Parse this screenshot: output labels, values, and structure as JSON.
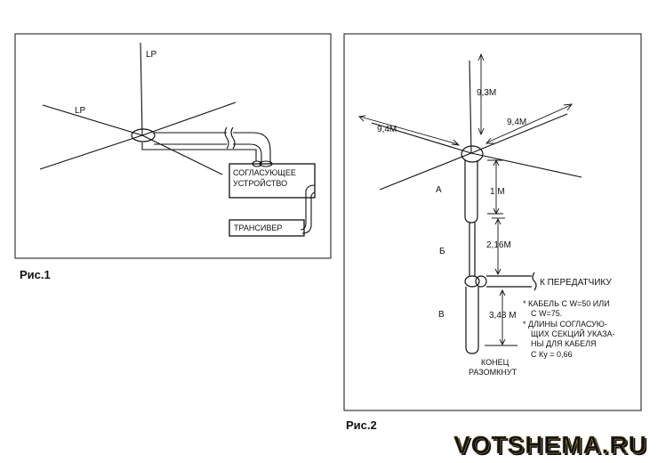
{
  "fig1": {
    "label_lp_top": "LP",
    "label_lp_left": "LP",
    "matching_device": [
      "СОГЛАСУЮЩЕЕ",
      "УСТРОЙСТВО"
    ],
    "transceiver": "ТРАНСИВЕР",
    "caption": "Рис.1"
  },
  "fig2": {
    "dim_vertical": "9,3М",
    "dim_left": "9,4М",
    "dim_right": "9,4М",
    "dim_section_a": "1 М",
    "dim_section_b": "2,16М",
    "dim_section_c": "3,48 М",
    "section_a": "А",
    "section_b": "Б",
    "section_c": "В",
    "to_transmitter": "К ПЕРЕДАТЧИКУ",
    "notes": [
      "* КАБЕЛЬ С W=50 ИЛИ",
      "С W=75.",
      "* ДЛИНЫ СОГЛАСУЮ-",
      "ЩИХ СЕКЦИЙ УКАЗА-",
      "НЫ ДЛЯ КАБЕЛЯ",
      "С  Ку = 0,66"
    ],
    "end_label": [
      "КОНЕЦ",
      "РАЗОМКНУТ"
    ],
    "caption": "Рис.2"
  },
  "watermark": "VOTSHEMA.RU",
  "colors": {
    "ink": "#111111",
    "watermark_fill": "#f0dc90",
    "watermark_shadow": "#b8a054"
  }
}
